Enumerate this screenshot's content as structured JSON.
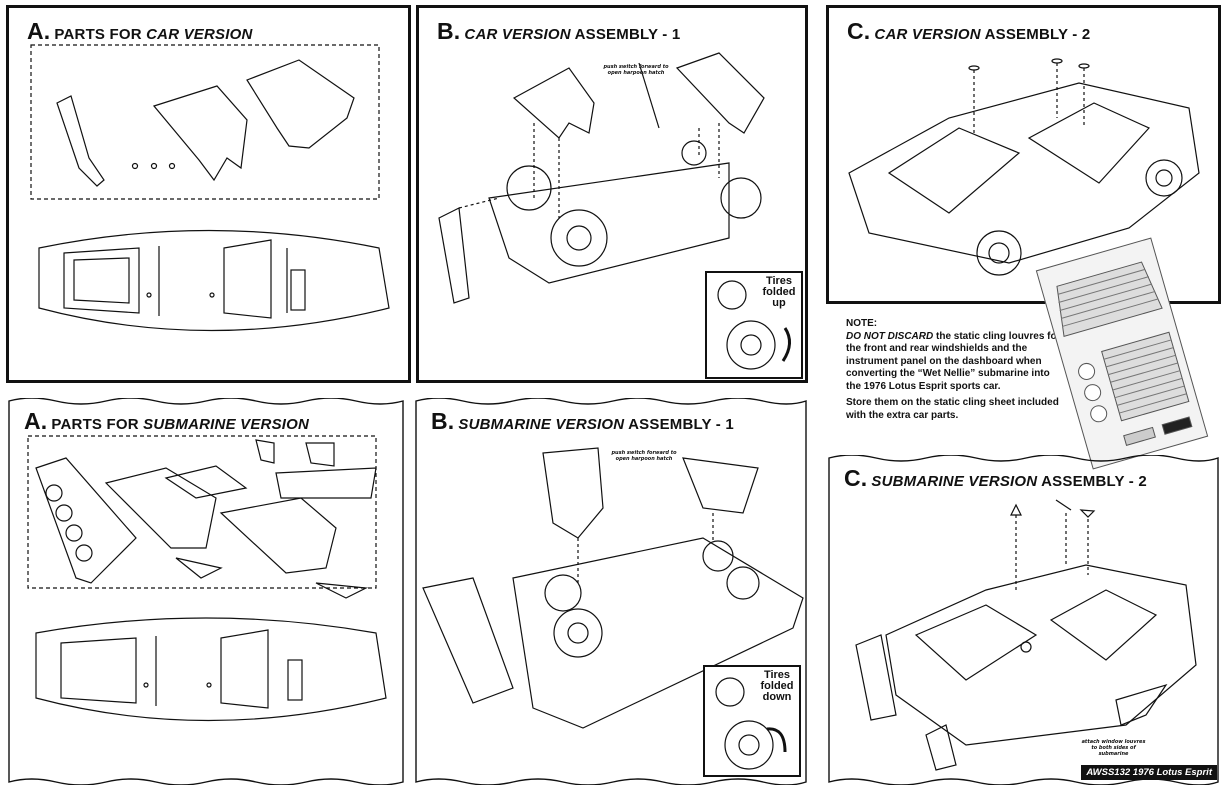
{
  "panels": {
    "a_car": {
      "letter": "A.",
      "prefix": "PARTS FOR ",
      "emph": "CAR VERSION",
      "suffix": ""
    },
    "b_car": {
      "letter": "B.",
      "prefix": "",
      "emph": "CAR VERSION",
      "suffix": " ASSEMBLY - 1",
      "callout": "push switch forward to open harpoon hatch",
      "inset_label": "Tires folded up"
    },
    "c_car": {
      "letter": "C.",
      "prefix": "",
      "emph": "CAR VERSION",
      "suffix": " ASSEMBLY - 2"
    },
    "a_sub": {
      "letter": "A.",
      "prefix": "PARTS FOR ",
      "emph": "SUBMARINE VERSION",
      "suffix": ""
    },
    "b_sub": {
      "letter": "B.",
      "prefix": "",
      "emph": "SUBMARINE VERSION",
      "suffix": " ASSEMBLY - 1",
      "callout": "push switch forward to open harpoon hatch",
      "inset_label": "Tires folded down"
    },
    "c_sub": {
      "letter": "C.",
      "prefix": "",
      "emph": "SUBMARINE VERSION",
      "suffix": " ASSEMBLY - 2",
      "callout": "attach window louvres to both sides of submarine"
    }
  },
  "note": {
    "heading": "NOTE:",
    "emph": "DO NOT DISCARD",
    "body": " the static cling louvres for the front and rear windshields and the instrument panel on the dashboard when converting the “Wet Nellie” submarine into the 1976 Lotus Esprit sports car.",
    "store": "Store them on the static cling sheet included with the extra car parts."
  },
  "footer_tag": "AWSS132 1976 Lotus Esprit"
}
